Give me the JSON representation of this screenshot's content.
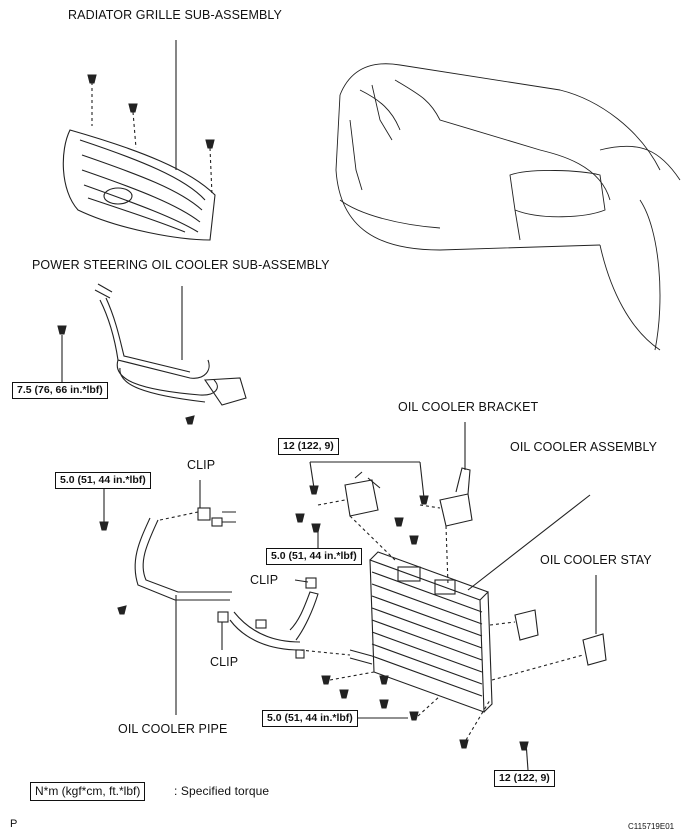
{
  "labels": {
    "radiator_grille": "RADIATOR GRILLE SUB-ASSEMBLY",
    "ps_cooler": "POWER STEERING OIL COOLER SUB-ASSEMBLY",
    "oil_cooler_bracket": "OIL COOLER BRACKET",
    "oil_cooler_assembly": "OIL COOLER ASSEMBLY",
    "oil_cooler_stay": "OIL COOLER STAY",
    "oil_cooler_pipe": "OIL COOLER PIPE",
    "clip_1": "CLIP",
    "clip_2": "CLIP",
    "clip_3": "CLIP"
  },
  "torque": {
    "t1": "7.5 (76, 66 in.*lbf)",
    "t2": "12 (122, 9)",
    "t3": "5.0 (51, 44 in.*lbf)",
    "t4": "5.0 (51, 44 in.*lbf)",
    "t5": "5.0 (51, 44 in.*lbf)",
    "t6": "12 (122, 9)"
  },
  "legend": {
    "unit": "N*m (kgf*cm, ft.*lbf)",
    "text": ": Specified torque"
  },
  "footer": {
    "page_letter": "P",
    "figure_id": "C115719E01"
  }
}
